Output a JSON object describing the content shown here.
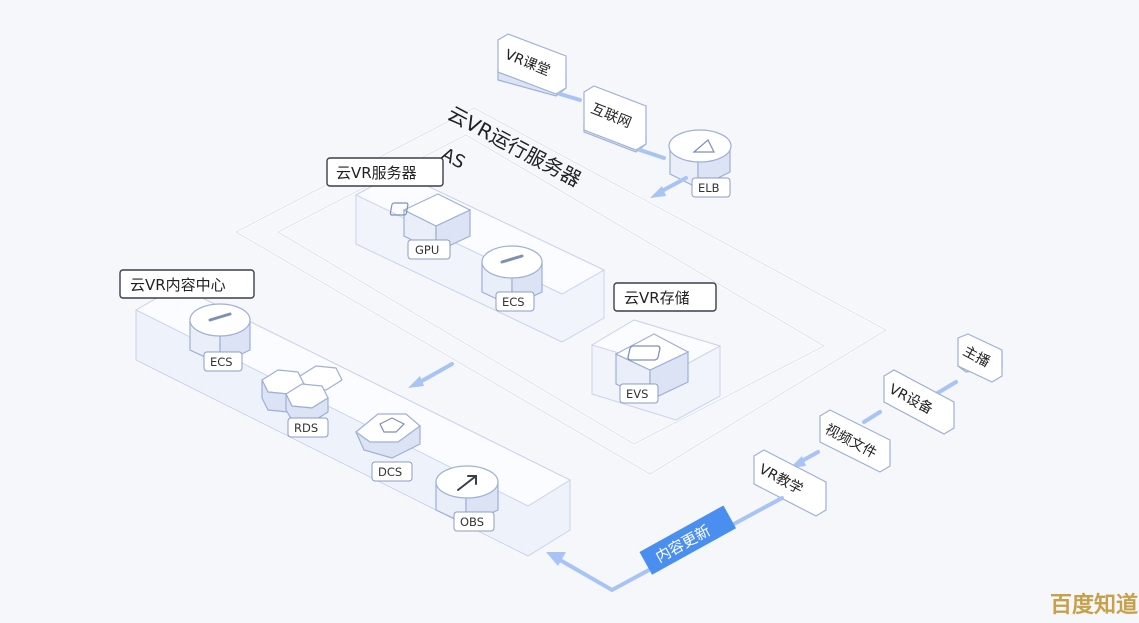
{
  "regions": {
    "run_service": "云VR运行服务器",
    "as": "AS",
    "server": "云VR服务器",
    "content_center": "云VR内容中心",
    "storage": "云VR存储"
  },
  "nodes": {
    "vr_class": "VR课堂",
    "internet": "互联网",
    "elb": "ELB",
    "gpu": "GPU",
    "ecs_server": "ECS",
    "evs": "EVS",
    "ecs_content": "ECS",
    "rds": "RDS",
    "dcs": "DCS",
    "obs": "OBS",
    "anchor": "主播",
    "vr_device": "VR设备",
    "video_file": "视频文件",
    "vr_teaching": "VR教学"
  },
  "flows": {
    "content_update": "内容更新"
  },
  "watermark": "百度知道",
  "colors": {
    "accent": "#4a8ff0",
    "flow": "#a8c3f5",
    "outline": "#9fb0d6"
  }
}
